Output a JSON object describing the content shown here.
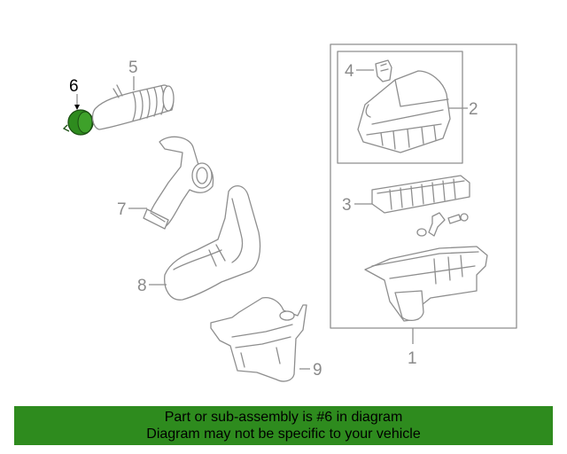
{
  "diagram": {
    "callouts": {
      "c1": "1",
      "c2": "2",
      "c3": "3",
      "c4": "4",
      "c5": "5",
      "c6": "6",
      "c7": "7",
      "c8": "8",
      "c9": "9"
    },
    "highlighted_part": "6",
    "highlight_color": "#2e8b1e",
    "line_color": "#8e8e8e"
  },
  "banner": {
    "line1": "Part or sub-assembly is #6 in diagram",
    "line2": "Diagram may not be specific to your vehicle",
    "background": "#2e8b1e"
  }
}
